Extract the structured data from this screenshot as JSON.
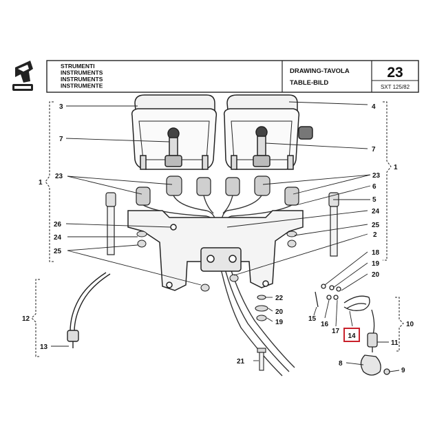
{
  "header": {
    "titles": [
      "STRUMENTI",
      "INSTRUMENTS",
      "INSTRUMENTS",
      "INSTRUMENTE"
    ],
    "drawing_label_1": "DRAWING-TAVOLA",
    "drawing_label_2": "TABLE-BILD",
    "table_number": "23",
    "model_code": "SXT 125/82"
  },
  "callouts": {
    "n1_left": "1",
    "n1_right": "1",
    "n2": "2",
    "n3": "3",
    "n4": "4",
    "n5": "5",
    "n6": "6",
    "n7_left": "7",
    "n7_right": "7",
    "n8": "8",
    "n9": "9",
    "n10": "10",
    "n11": "11",
    "n12": "12",
    "n13": "13",
    "n14": "14",
    "n15": "15",
    "n16": "16",
    "n17": "17",
    "n18": "18",
    "n19_top": "19",
    "n19_low": "19",
    "n20_top": "20",
    "n20_low": "20",
    "n21": "21",
    "n22": "22",
    "n23_left": "23",
    "n23_right": "23",
    "n24_left": "24",
    "n24_right": "24",
    "n25_left": "25",
    "n25_right": "25",
    "n26": "26"
  },
  "highlight_color": "#c8202a"
}
